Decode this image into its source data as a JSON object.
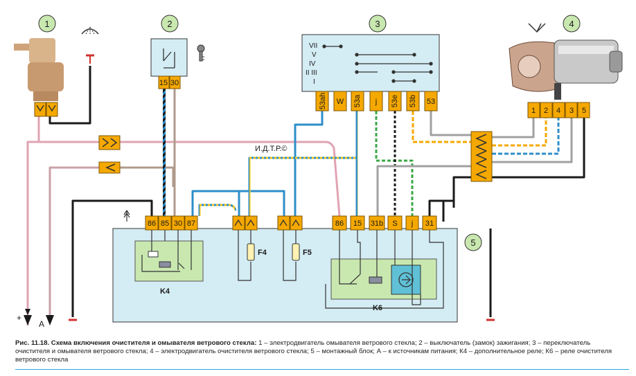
{
  "callouts": {
    "c1": "1",
    "c2": "2",
    "c3": "3",
    "c4": "4",
    "c5": "5"
  },
  "ignition": {
    "pin_15": "15",
    "pin_30": "30"
  },
  "switch_positions": [
    "VII",
    "V",
    "IV",
    "II III",
    "I"
  ],
  "switch_pins": [
    "53ah",
    "W",
    "53a",
    "j",
    "53e",
    "53b",
    "53"
  ],
  "motor_pins": [
    "1",
    "2",
    "4",
    "3",
    "5"
  ],
  "block_pins_left": [
    "86",
    "85",
    "30",
    "87"
  ],
  "block_pins_right": [
    "86",
    "15",
    "31b",
    "S",
    "j",
    "31"
  ],
  "fuses": {
    "f4": "F4",
    "f5": "F5"
  },
  "relays": {
    "k4": "K4",
    "k6": "K6"
  },
  "watermark": "И.Д.Т.Р.©",
  "power": {
    "plus": "+",
    "a": "A"
  },
  "caption": {
    "title": "Рис. 11.18. Схема включения очистителя и омывателя ветрового стекла:",
    "body": " 1 – электродвигатель омывателя ветрового стекла; 2 – выключатель (замок) зажигания; 3 – переключатель очистителя и омывателя ветрового стекла; 4 – электродвигатель очистителя ветрового стекла; 5 – монтажный блок; А – к источникам питания; К4 – дополнительное реле; К6 – реле очистителя ветрового стекла"
  },
  "colors": {
    "block_fill": "#d4ecf4",
    "orange": "#f5a800",
    "wire_blue": "#2e8ec9",
    "wire_pink": "#e0a3b3",
    "wire_brown": "#b5785a",
    "wire_gray": "#a0a0a0",
    "wire_yellow": "#e8c81a",
    "wire_green": "#3aa845",
    "callout_fill": "#c9e8b0",
    "accent_rule": "#2aa7d6"
  },
  "icons": [
    "wiper-washer-icon",
    "key-icon",
    "wiper-icon",
    "antenna-icon",
    "ground-icon"
  ]
}
